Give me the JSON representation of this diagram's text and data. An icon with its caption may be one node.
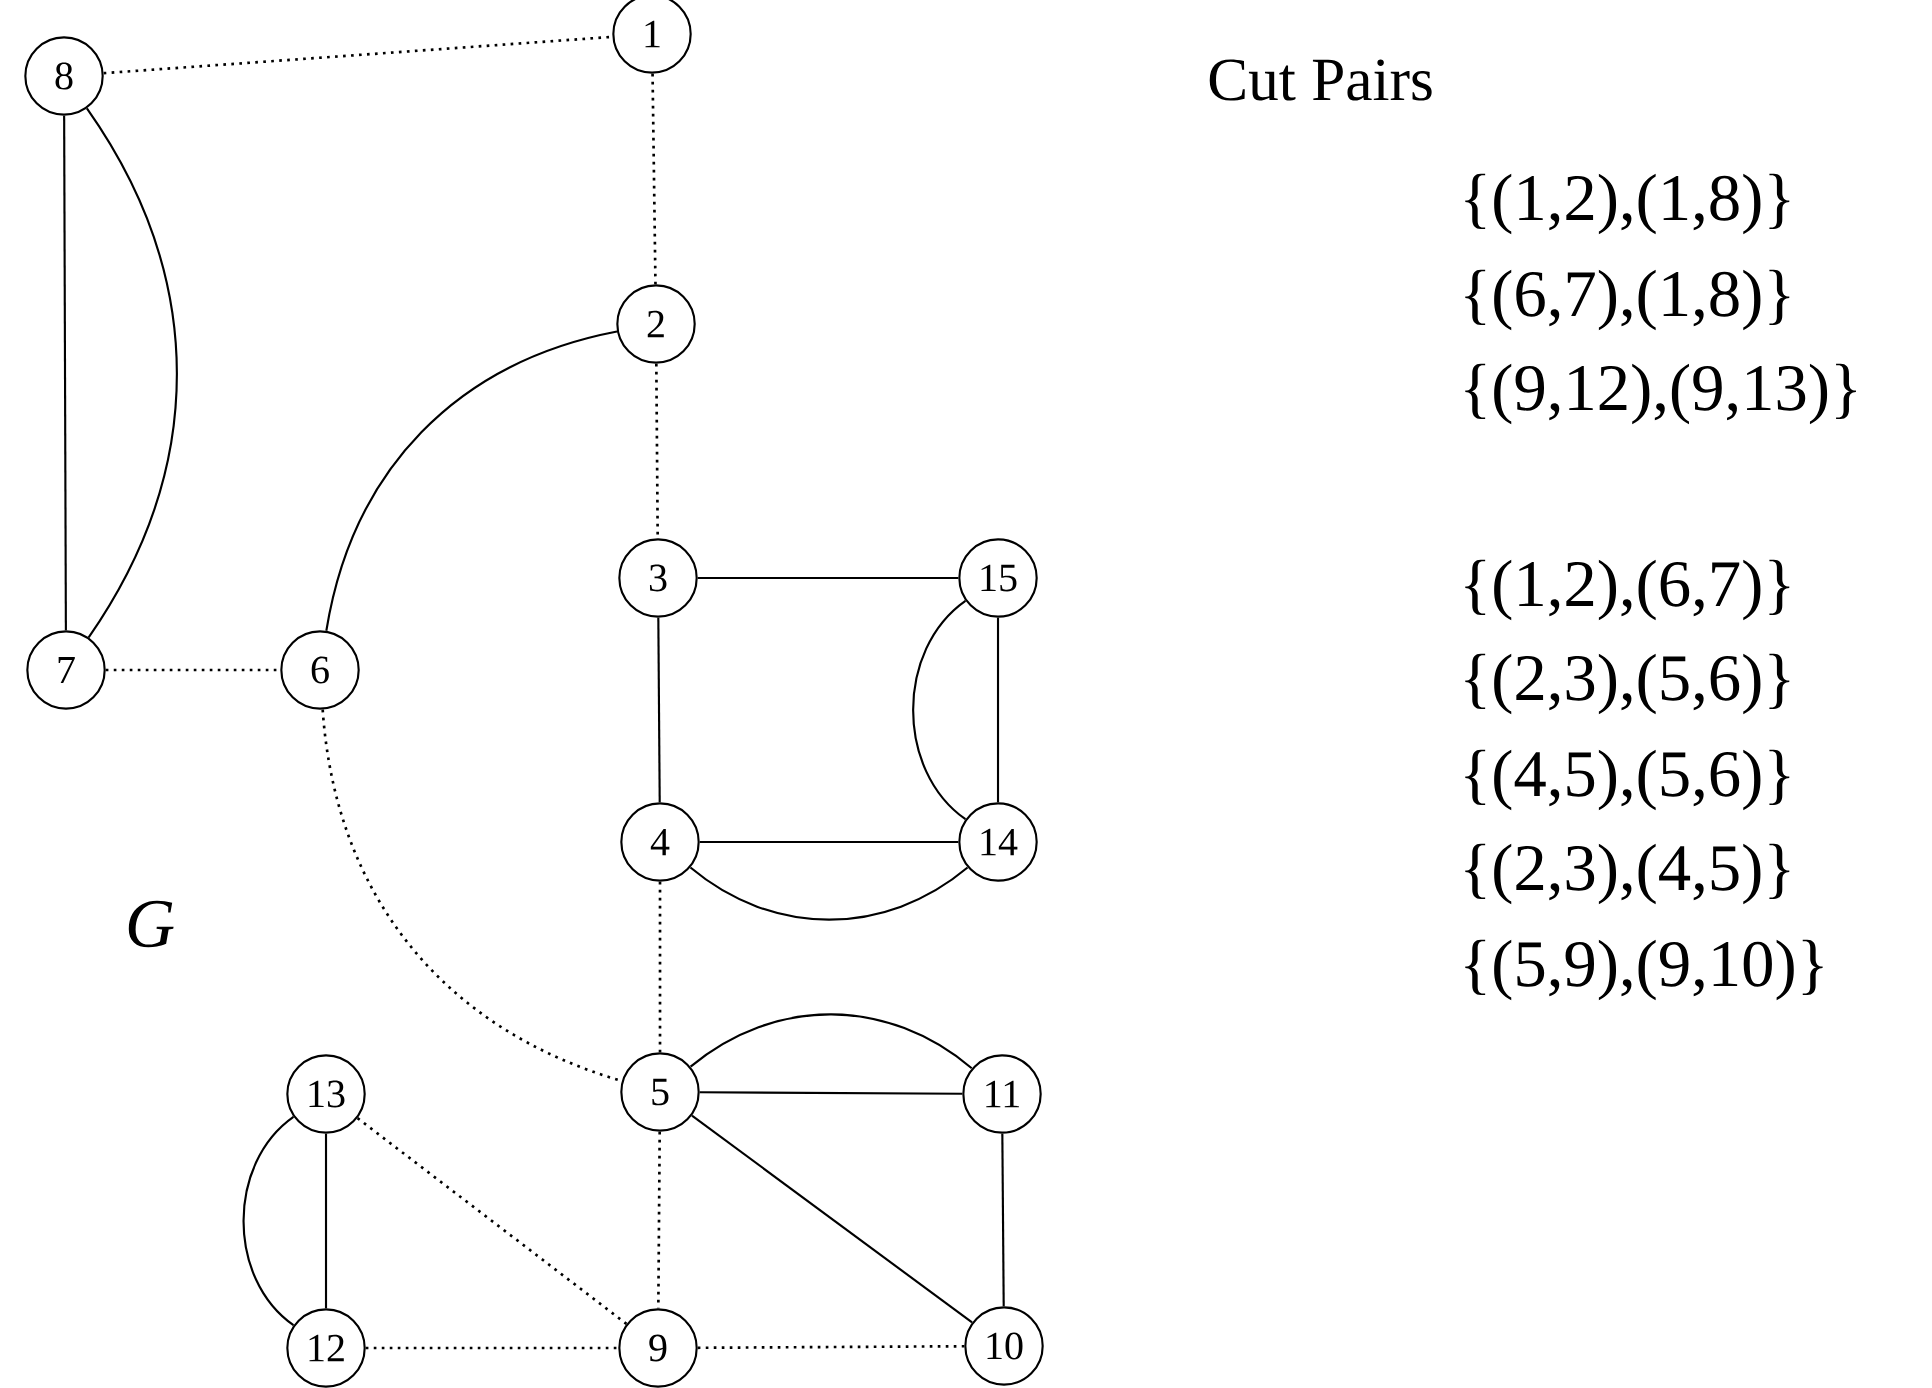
{
  "diagram": {
    "nodes": [
      {
        "text": [
          "1"
        ]
      },
      {
        "text": [
          "2"
        ]
      },
      {
        "text": [
          "3"
        ]
      },
      {
        "text": [
          "4"
        ]
      },
      {
        "text": [
          "5"
        ]
      },
      {
        "text": [
          "6"
        ]
      },
      {
        "text": [
          "7"
        ]
      },
      {
        "text": [
          "8"
        ]
      },
      {
        "text": [
          "9"
        ]
      },
      {
        "text": [
          "10"
        ]
      },
      {
        "text": [
          "11"
        ]
      },
      {
        "text": [
          "12"
        ]
      },
      {
        "text": [
          "13"
        ]
      },
      {
        "text": [
          "14"
        ]
      },
      {
        "text": [
          "15"
        ]
      }
    ],
    "edges": [
      {
        "from": 7,
        "to": 0,
        "arrow": "none",
        "style": "dashed"
      },
      {
        "from": 0,
        "to": 1,
        "arrow": "none",
        "style": "dashed"
      },
      {
        "from": 1,
        "to": 2,
        "arrow": "none",
        "style": "dashed"
      },
      {
        "from": 7,
        "to": 6,
        "arrow": "none"
      },
      {
        "from": 7,
        "to": 6,
        "arrow": "none"
      },
      {
        "from": 6,
        "to": 5,
        "arrow": "none",
        "style": "dashed"
      },
      {
        "from": 1,
        "to": 5,
        "arrow": "none"
      },
      {
        "from": 5,
        "to": 4,
        "arrow": "none",
        "style": "dashed"
      },
      {
        "from": 2,
        "to": 14,
        "arrow": "none"
      },
      {
        "from": 2,
        "to": 3,
        "arrow": "none"
      },
      {
        "from": 14,
        "to": 13,
        "arrow": "none"
      },
      {
        "from": 14,
        "to": 13,
        "arrow": "none"
      },
      {
        "from": 3,
        "to": 13,
        "arrow": "none"
      },
      {
        "from": 3,
        "to": 13,
        "arrow": "none"
      },
      {
        "from": 3,
        "to": 4,
        "arrow": "none",
        "style": "dashed"
      },
      {
        "from": 4,
        "to": 10,
        "arrow": "none"
      },
      {
        "from": 4,
        "to": 10,
        "arrow": "none"
      },
      {
        "from": 4,
        "to": 9,
        "arrow": "none"
      },
      {
        "from": 10,
        "to": 9,
        "arrow": "none"
      },
      {
        "from": 4,
        "to": 8,
        "arrow": "none",
        "style": "dashed"
      },
      {
        "from": 12,
        "to": 8,
        "arrow": "none",
        "style": "dashed"
      },
      {
        "from": 11,
        "to": 8,
        "arrow": "none",
        "style": "dashed"
      },
      {
        "from": 8,
        "to": 9,
        "arrow": "none",
        "style": "dashed"
      },
      {
        "from": 12,
        "to": 11,
        "arrow": "none"
      },
      {
        "from": 12,
        "to": 11,
        "arrow": "none"
      }
    ],
    "labels": [
      "Cut Pairs",
      "{(1,2),(1,8)}",
      "{(6,7),(1,8)}",
      "{(9,12),(9,13)}",
      "{(1,2),(6,7)}",
      "{(2,3),(5,6)}",
      "{(4,5),(5,6)}",
      "{(2,3),(4,5)}",
      "G",
      "{(5,9),(9,10)}"
    ]
  }
}
